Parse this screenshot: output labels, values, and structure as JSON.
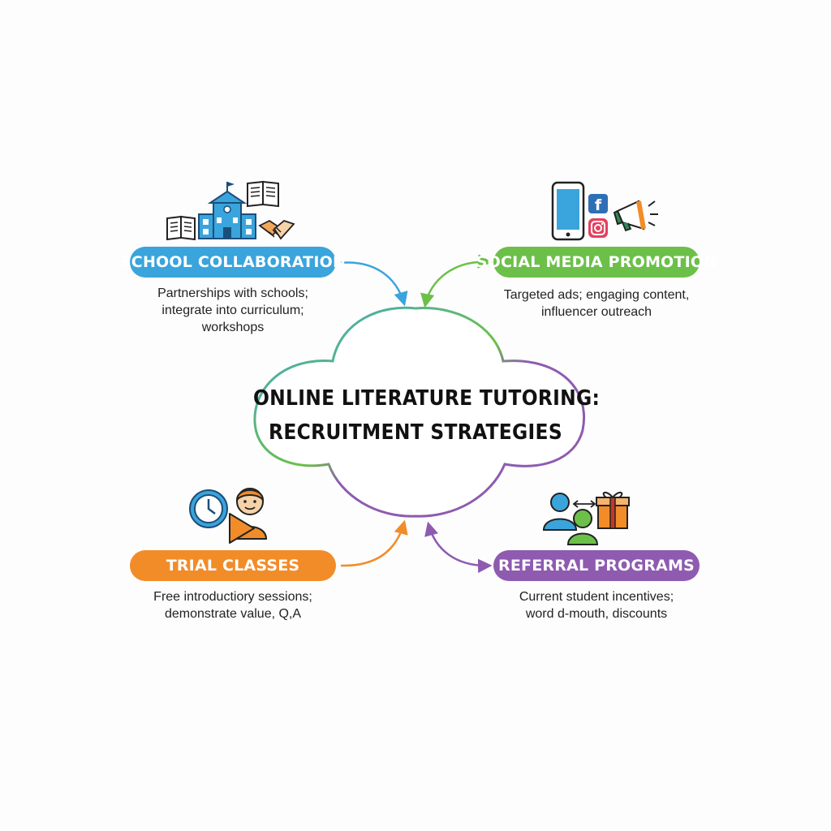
{
  "center": {
    "title_line1": "ONLINE LITERATURE TUTORING:",
    "title_line2": "RECRUITMENT STRATEGIES"
  },
  "nodes": [
    {
      "id": "school",
      "label": "SCHOOL COLLABORATION",
      "color": "#3aa4dc",
      "desc": [
        "Partnerships with schools;",
        "integrate into curriculum;",
        "workshops"
      ],
      "icons": [
        "open-book-icon",
        "school-building-icon",
        "open-book-icon",
        "handshake-icon"
      ]
    },
    {
      "id": "social",
      "label": "SOCIAL MEDIA PROMOTION",
      "color": "#6cc04a",
      "desc": [
        "Targeted ads; engaging content,",
        "influencer outreach"
      ],
      "icons": [
        "smartphone-icon",
        "facebook-icon",
        "instagram-icon",
        "megaphone-icon"
      ]
    },
    {
      "id": "trial",
      "label": "TRIAL CLASSES",
      "color": "#f28c28",
      "desc": [
        "Free introductiory sessions;",
        "demonstrate value, Q,A"
      ],
      "icons": [
        "clock-icon",
        "person-icon",
        "play-icon"
      ]
    },
    {
      "id": "referral",
      "label": "REFERRAL PROGRAMS",
      "color": "#8e5bb0",
      "desc": [
        "Current student incentives;",
        "word d-mouth, discounts"
      ],
      "icons": [
        "people-icon",
        "gift-icon"
      ]
    }
  ],
  "social_icons": {
    "facebook_letter": "f"
  }
}
